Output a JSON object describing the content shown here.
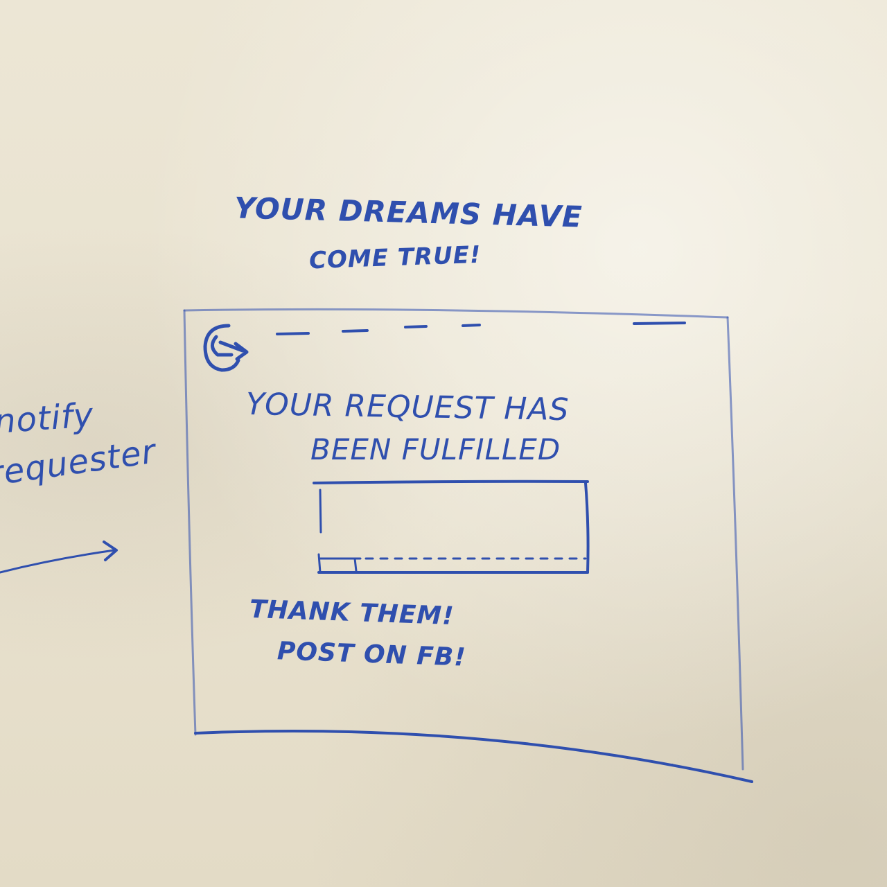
{
  "whiteboard": {
    "heading": {
      "line1": "YOUR DREAMS HAVE",
      "line2": "COME TRUE!"
    },
    "side_note": {
      "line1": "notify",
      "line2": "requester"
    },
    "mockup": {
      "logo_icon": "G-arrow-logo-icon",
      "title": {
        "line1": "YOUR REQUEST HAS",
        "line2": "BEEN FULFILLED"
      },
      "footer": {
        "line1": "THANK THEM!",
        "line2": "POST ON FB!"
      }
    },
    "ink_color": "#2f4fae"
  }
}
